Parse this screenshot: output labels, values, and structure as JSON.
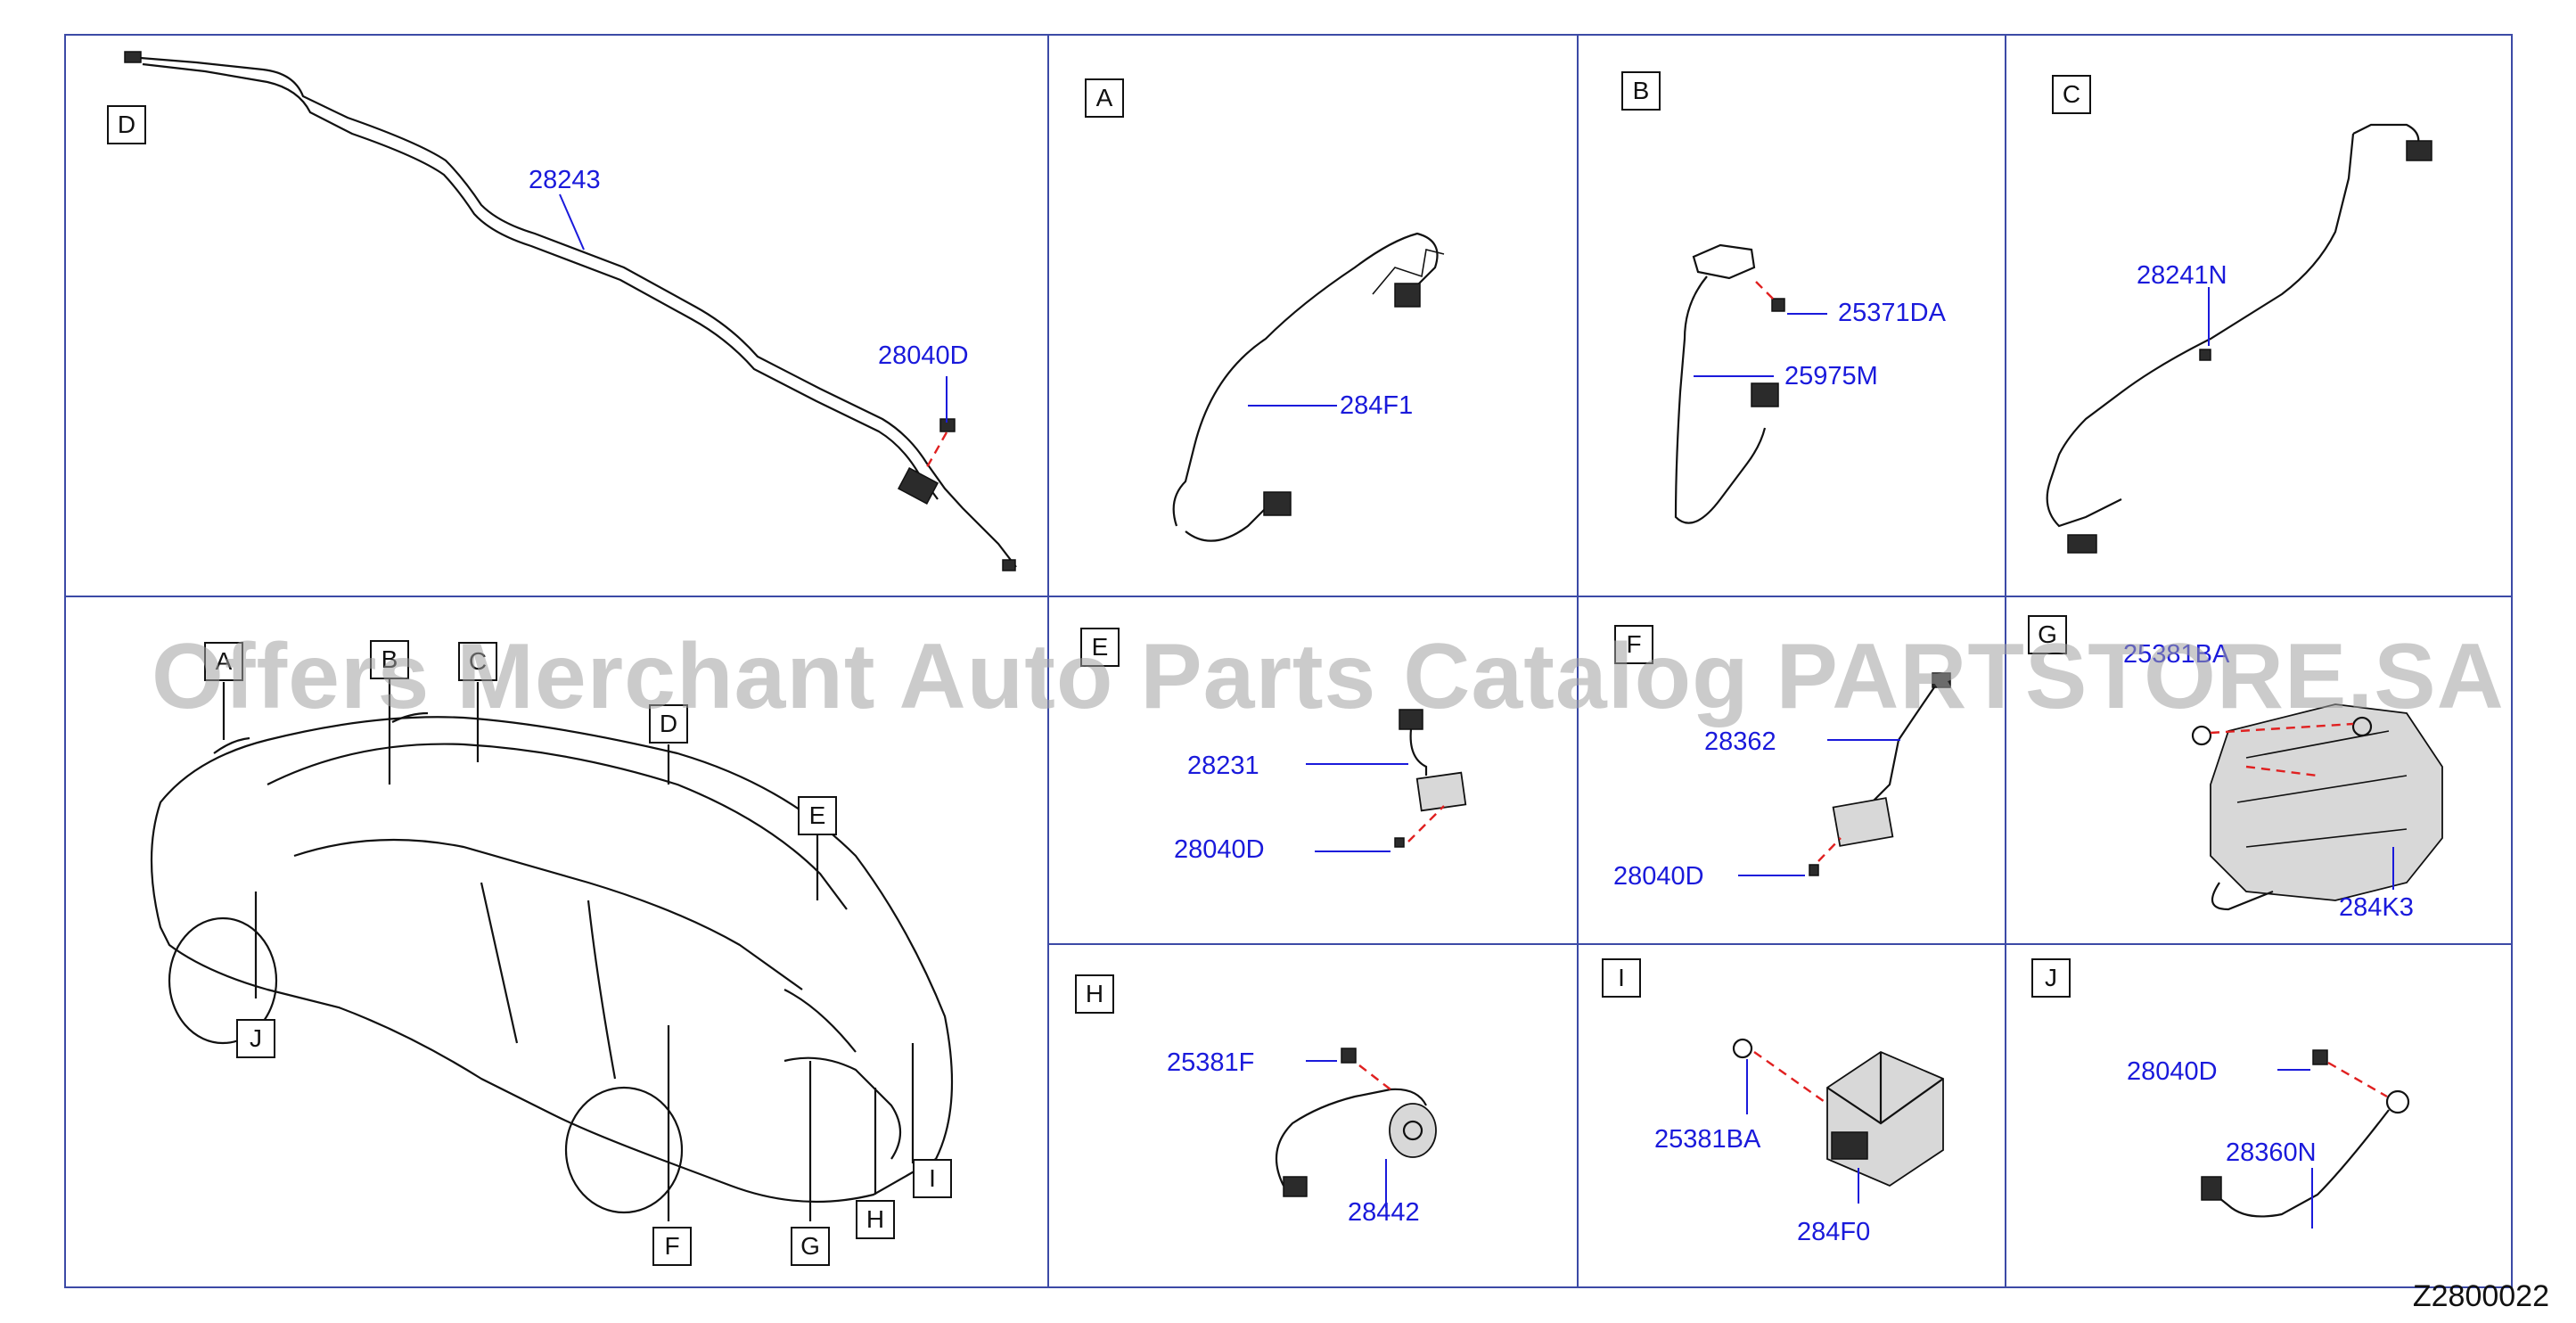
{
  "panels": {
    "D_main": {
      "box": "D",
      "parts": [
        "28243",
        "28040D"
      ]
    },
    "A": {
      "box": "A",
      "parts": [
        "284F1"
      ]
    },
    "B": {
      "box": "B",
      "parts": [
        "25371DA",
        "25975M"
      ]
    },
    "C": {
      "box": "C",
      "parts": [
        "28241N"
      ]
    },
    "vehicle": {
      "callouts": [
        "A",
        "B",
        "C",
        "D",
        "E",
        "J",
        "F",
        "G",
        "H",
        "I"
      ]
    },
    "E": {
      "box": "E",
      "parts": [
        "28231",
        "28040D"
      ]
    },
    "F": {
      "box": "F",
      "parts": [
        "28362",
        "28040D"
      ]
    },
    "G": {
      "box": "G",
      "parts": [
        "25381BA",
        "284K3"
      ]
    },
    "H": {
      "box": "H",
      "parts": [
        "25381F",
        "28442"
      ]
    },
    "I": {
      "box": "I",
      "parts": [
        "25381BA",
        "284F0"
      ]
    },
    "J": {
      "box": "J",
      "parts": [
        "28040D",
        "28360N"
      ]
    }
  },
  "watermark": "Offers Merchant Auto Parts Catalog PARTSTORE.SA",
  "diagram_id": "Z2800022",
  "colors": {
    "frame": "#3c4aa6",
    "part_number": "#1a1adb",
    "dashed_leader": "#e02020",
    "watermark": "#a0a0a0"
  }
}
